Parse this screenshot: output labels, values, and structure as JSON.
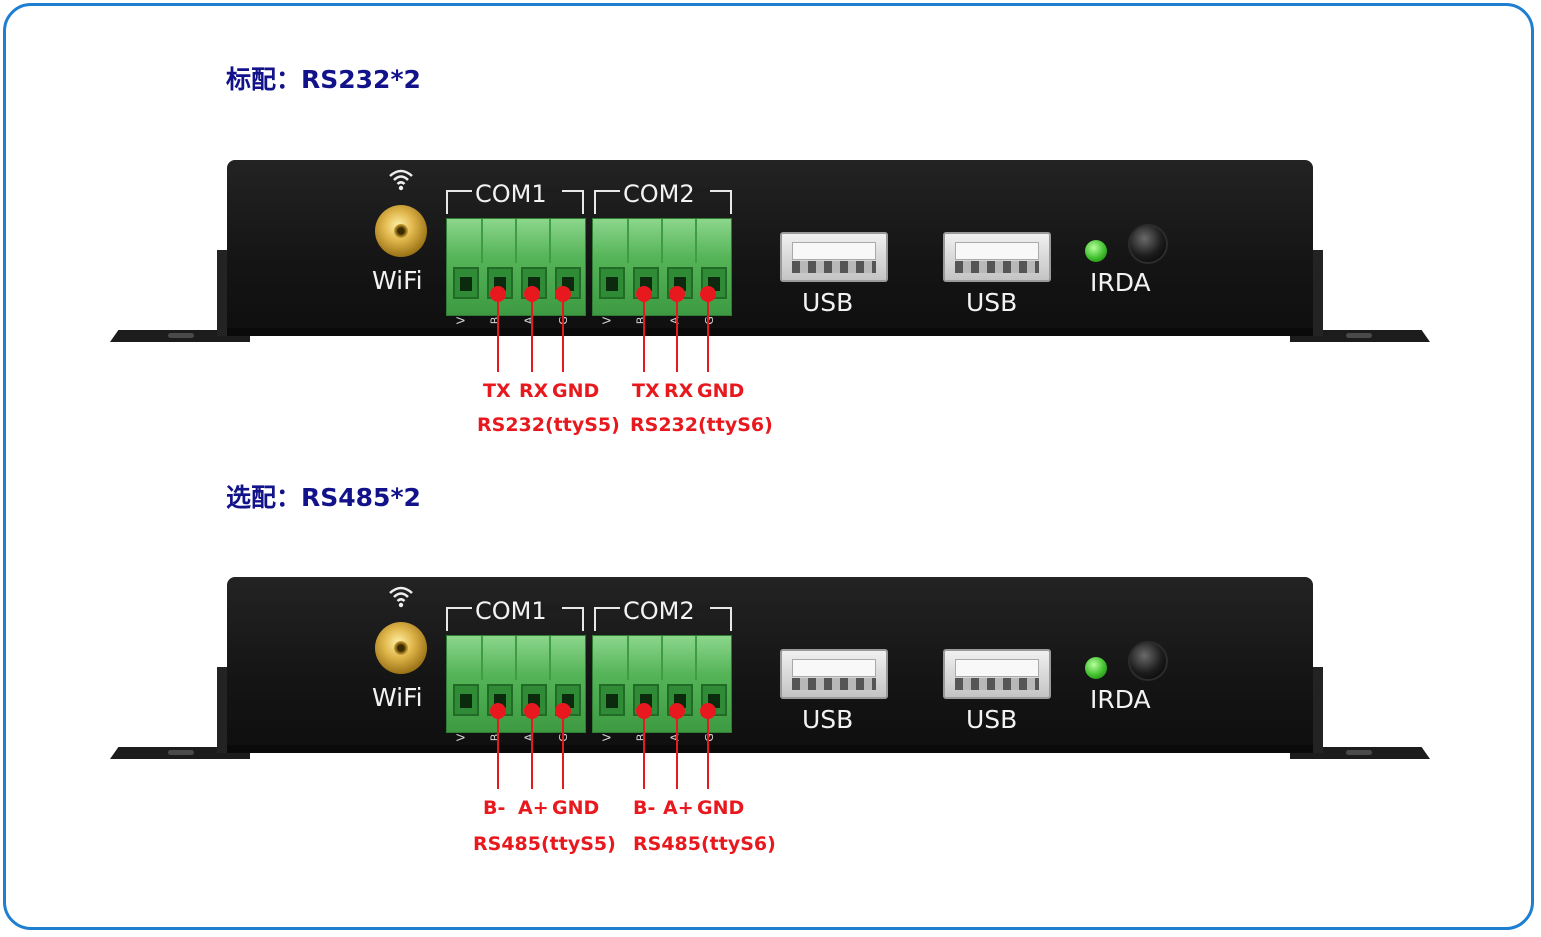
{
  "sections": [
    {
      "title": "标配：RS232*2",
      "wifi_label": "WiFi",
      "com1_label": "COM1",
      "com2_label": "COM2",
      "usb_labels": [
        "USB",
        "USB"
      ],
      "irda_label": "IRDA",
      "pin_labels": [
        "V",
        "B",
        "A",
        "G"
      ],
      "com1_signals": [
        "TX",
        "RX",
        "GND"
      ],
      "com2_signals": [
        "TX",
        "RX",
        "GND"
      ],
      "com1_port": "RS232(ttyS5)",
      "com2_port": "RS232(ttyS6)"
    },
    {
      "title": "选配：RS485*2",
      "wifi_label": "WiFi",
      "com1_label": "COM1",
      "com2_label": "COM2",
      "usb_labels": [
        "USB",
        "USB"
      ],
      "irda_label": "IRDA",
      "pin_labels": [
        "V",
        "B",
        "A",
        "G"
      ],
      "com1_signals": [
        "B-",
        "A+",
        "GND"
      ],
      "com2_signals": [
        "B-",
        "A+",
        "GND"
      ],
      "com1_port": "RS485(ttyS5)",
      "com2_port": "RS485(ttyS6)"
    }
  ],
  "colors": {
    "frame": "#1e7fd0",
    "title": "#12128a",
    "signal": "#e8191e",
    "terminal": "#55b458",
    "device": "#141414"
  },
  "icons": [
    "wifi-icon",
    "sma-antenna-connector-icon",
    "usb-port-icon",
    "led-indicator-icon",
    "irda-sensor-icon"
  ]
}
